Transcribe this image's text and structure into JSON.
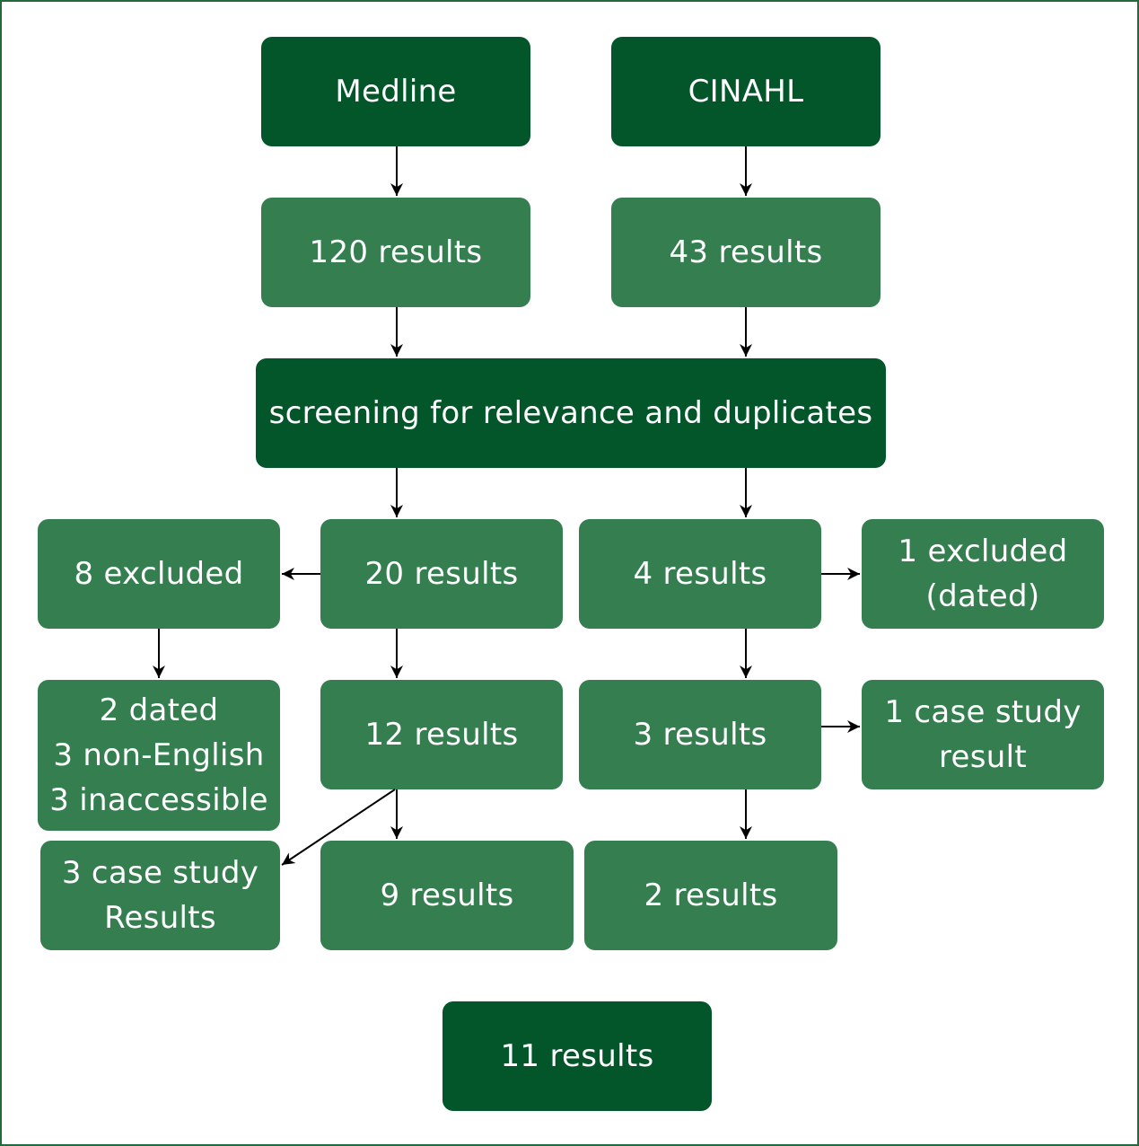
{
  "nodes": {
    "medline": {
      "lines": [
        "Medline"
      ]
    },
    "cinahl": {
      "lines": [
        "CINAHL"
      ]
    },
    "medline_results": {
      "lines": [
        "120 results"
      ]
    },
    "cinahl_results": {
      "lines": [
        "43 results"
      ]
    },
    "screening": {
      "lines": [
        "screening for relevance and duplicates"
      ]
    },
    "left_results_20": {
      "lines": [
        "20 results"
      ]
    },
    "right_results_4": {
      "lines": [
        "4 results"
      ]
    },
    "excluded_8": {
      "lines": [
        "8 excluded"
      ]
    },
    "excluded_1": {
      "lines": [
        "1 excluded",
        "(dated)"
      ]
    },
    "excluded_breakdown": {
      "lines": [
        "2 dated",
        "3 non-English",
        "3 inaccessible"
      ]
    },
    "left_results_12": {
      "lines": [
        "12 results"
      ]
    },
    "right_results_3": {
      "lines": [
        "3 results"
      ]
    },
    "case_study_1": {
      "lines": [
        "1 case study",
        "result"
      ]
    },
    "case_study_3": {
      "lines": [
        "3 case study",
        "Results"
      ]
    },
    "left_results_9": {
      "lines": [
        "9 results"
      ]
    },
    "right_results_2": {
      "lines": [
        "2 results"
      ]
    },
    "final_results": {
      "lines": [
        "11 results"
      ]
    }
  },
  "colors": {
    "dark_box": "#02562a",
    "mid_box": "#347e50",
    "frame": "#1f6b3a",
    "arrow": "#000000"
  }
}
